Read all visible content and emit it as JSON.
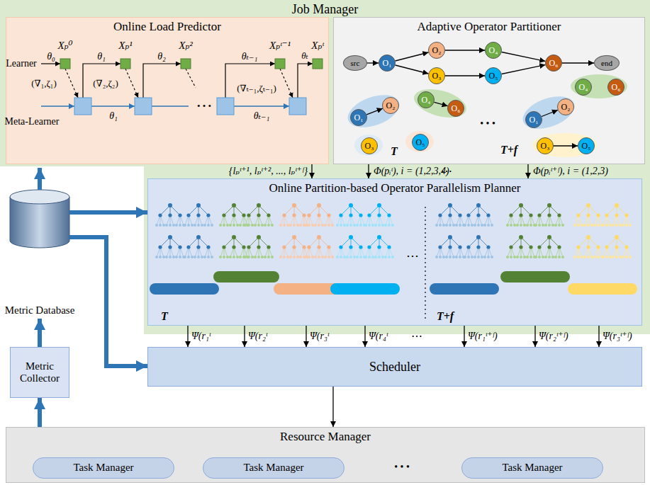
{
  "diagram": {
    "nodes": [
      {
        "text": [
          "Job Manager"
        ]
      },
      {
        "text": [
          "Online Load Predictor"
        ],
        "in": 0
      },
      {
        "text": [
          "Adaptive Operator Partitioner"
        ],
        "in": 0
      },
      {
        "text": [
          "src"
        ],
        "in": 2
      },
      {
        "text": [
          "O₁"
        ],
        "in": 2
      },
      {
        "text": [
          "O₂"
        ],
        "in": 2
      },
      {
        "text": [
          "O₃"
        ],
        "in": 2
      },
      {
        "text": [
          "O₄"
        ],
        "in": 2
      },
      {
        "text": [
          "O₅"
        ],
        "in": 2
      },
      {
        "text": [
          "O₆"
        ],
        "in": 2
      },
      {
        "text": [
          "end"
        ],
        "in": 2
      },
      {
        "text": [
          "O₁"
        ],
        "in": 2
      },
      {
        "text": [
          "O₂"
        ],
        "in": 2
      },
      {
        "text": [
          "O₃"
        ],
        "in": 2
      },
      {
        "text": [
          "O₄"
        ],
        "in": 2
      },
      {
        "text": [
          "O₅"
        ],
        "in": 2
      },
      {
        "text": [
          "O₆"
        ],
        "in": 2
      },
      {
        "text": [
          "O₁"
        ],
        "in": 2
      },
      {
        "text": [
          "O₂"
        ],
        "in": 2
      },
      {
        "text": [
          "O₃"
        ],
        "in": 2
      },
      {
        "text": [
          "O₄"
        ],
        "in": 2
      },
      {
        "text": [
          "O₅"
        ],
        "in": 2
      },
      {
        "text": [
          "O₆"
        ],
        "in": 2
      },
      {
        "text": [
          "Online Partition-based Operator Parallelism Planner"
        ],
        "in": 0
      },
      {
        "text": [
          "Metric Database"
        ]
      },
      {
        "text": [
          "Metric Collector"
        ]
      },
      {
        "text": [
          "Scheduler"
        ]
      },
      {
        "text": [
          "Resource Manager"
        ]
      },
      {
        "text": [
          "Task Manager"
        ],
        "in": 27
      },
      {
        "text": [
          "Task Manager"
        ],
        "in": 27
      },
      {
        "text": [
          "Task Manager"
        ],
        "in": 27
      }
    ],
    "edges": [
      {
        "from": 3,
        "to": 4,
        "arrow": "to"
      },
      {
        "from": 4,
        "to": 5,
        "arrow": "to"
      },
      {
        "from": 4,
        "to": 6,
        "arrow": "to"
      },
      {
        "from": 5,
        "to": 7,
        "arrow": "to"
      },
      {
        "from": 6,
        "to": 8,
        "arrow": "to"
      },
      {
        "from": 7,
        "to": 9,
        "arrow": "to"
      },
      {
        "from": 8,
        "to": 9,
        "arrow": "to"
      },
      {
        "from": 9,
        "to": 10,
        "arrow": "to"
      },
      {
        "from": 11,
        "to": 12,
        "arrow": "to"
      },
      {
        "from": 14,
        "to": 16,
        "arrow": "to"
      },
      {
        "from": 17,
        "to": 18,
        "arrow": "to"
      },
      {
        "from": 19,
        "to": 21,
        "arrow": "to"
      },
      {
        "from": 1,
        "to": 23,
        "label": "{lₚᵗ⁺¹, lₚᵗ⁺², ..., lₚᵗ⁺ᶠ}",
        "arrow": "to"
      },
      {
        "from": 2,
        "to": 23,
        "label": "Φ(pᵢᵗ), i = (1,2,3,4)",
        "arrow": "to"
      },
      {
        "from": 2,
        "to": 23,
        "label": "Φ(pᵢᵗ⁺ᶠ), i = (1,2,3)",
        "arrow": "to"
      },
      {
        "from": 23,
        "to": 26,
        "label": "Ψ(r₁ᵗ",
        "arrow": "to"
      },
      {
        "from": 23,
        "to": 26,
        "label": "Ψ(r₂ᵗ",
        "arrow": "to"
      },
      {
        "from": 23,
        "to": 26,
        "label": "Ψ(r₃ᵗ",
        "arrow": "to"
      },
      {
        "from": 23,
        "to": 26,
        "label": "Ψ(r₄ᵗ",
        "arrow": "to"
      },
      {
        "from": 23,
        "to": 26,
        "label": "Ψ(r₁ᵗ⁺ᶠ)",
        "arrow": "to"
      },
      {
        "from": 23,
        "to": 26,
        "label": "Ψ(r₂ᵗ⁺ᶠ)",
        "arrow": "to"
      },
      {
        "from": 23,
        "to": 26,
        "label": "Ψ(r₃ᵗ⁺ᶠ)",
        "arrow": "to"
      },
      {
        "from": 26,
        "to": 27,
        "arrow": "to"
      },
      {
        "from": 25,
        "to": 24,
        "arrow": "to"
      },
      {
        "from": 24,
        "to": 0,
        "arrow": "to"
      },
      {
        "from": 24,
        "to": 23,
        "arrow": "to"
      },
      {
        "from": 24,
        "to": 26,
        "arrow": "to"
      },
      {
        "from": 27,
        "to": 25,
        "arrow": "to"
      }
    ],
    "labels": [
      "Learner",
      "Meta-Learner",
      "Xₚ⁰",
      "Xₚ¹",
      "Xₚ²",
      "Xₚᵗ⁻¹",
      "Xₚᵗ",
      "θ₀",
      "θ₁",
      "θ₂",
      "θₜ₋₁",
      "θₜ",
      "θ₁",
      "θₜ₋₁",
      "(∇₁,ζ₁)",
      "(∇₂,ζ₂)",
      "(∇ₜ₋₁,ζₜ₋₁)",
      "• • •",
      "T",
      "• • •",
      "T+f",
      "⋯",
      "T",
      "⋯",
      "T+f",
      "⋯",
      "• • •"
    ]
  }
}
